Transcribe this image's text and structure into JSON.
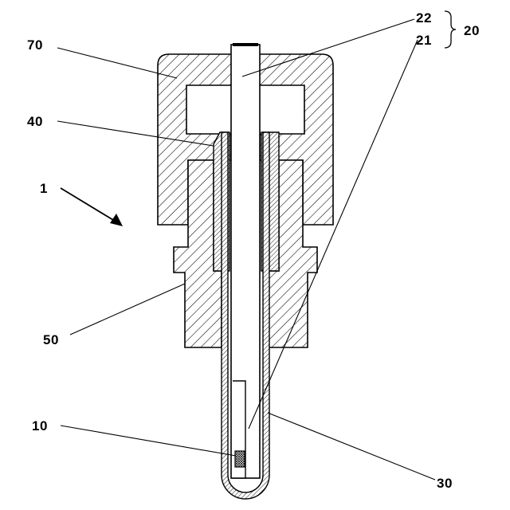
{
  "labels": {
    "l70": "70",
    "l40": "40",
    "l1": "1",
    "l50": "50",
    "l10": "10",
    "l22": "22",
    "l21": "21",
    "l20": "20",
    "l30": "30"
  }
}
